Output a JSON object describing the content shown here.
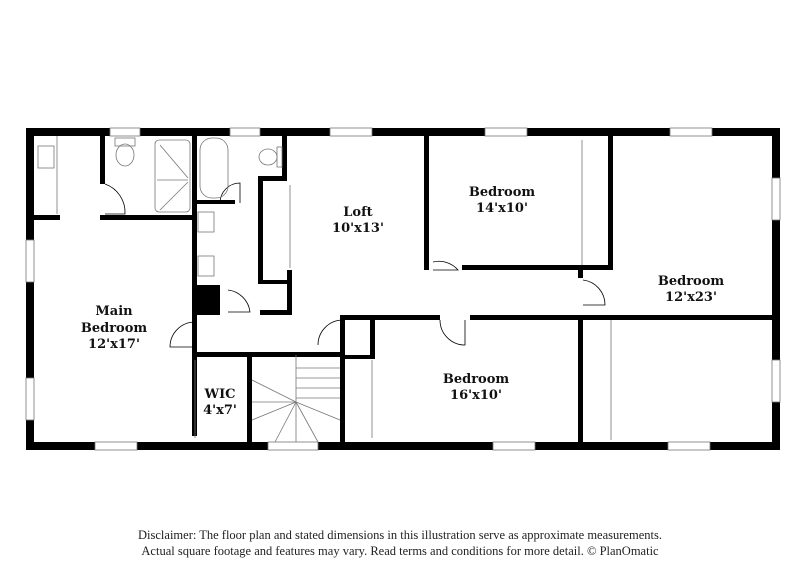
{
  "floor_plan": {
    "rooms": [
      {
        "id": "main-bedroom",
        "name_line1": "Main",
        "name_line2": "Bedroom",
        "dimensions": "12'x17'"
      },
      {
        "id": "wic",
        "name": "WIC",
        "dimensions": "4'x7'"
      },
      {
        "id": "loft",
        "name": "Loft",
        "dimensions": "10'x13'"
      },
      {
        "id": "bedroom-2",
        "name": "Bedroom",
        "dimensions": "14'x10'"
      },
      {
        "id": "bedroom-3",
        "name": "Bedroom",
        "dimensions": "16'x10'"
      },
      {
        "id": "bedroom-4",
        "name": "Bedroom",
        "dimensions": "12'x23'"
      }
    ],
    "fixtures": [
      "sink",
      "toilet",
      "shower",
      "bathtub",
      "double-vanity",
      "stairs"
    ],
    "colors": {
      "wall": "#000000",
      "window": "#777777",
      "background": "#ffffff"
    }
  },
  "disclaimer": {
    "line1": "Disclaimer: The floor plan and stated dimensions in this illustration serve as approximate measurements.",
    "line2": "Actual square footage and features may vary. Read terms and conditions for more detail. © PlanOmatic"
  }
}
